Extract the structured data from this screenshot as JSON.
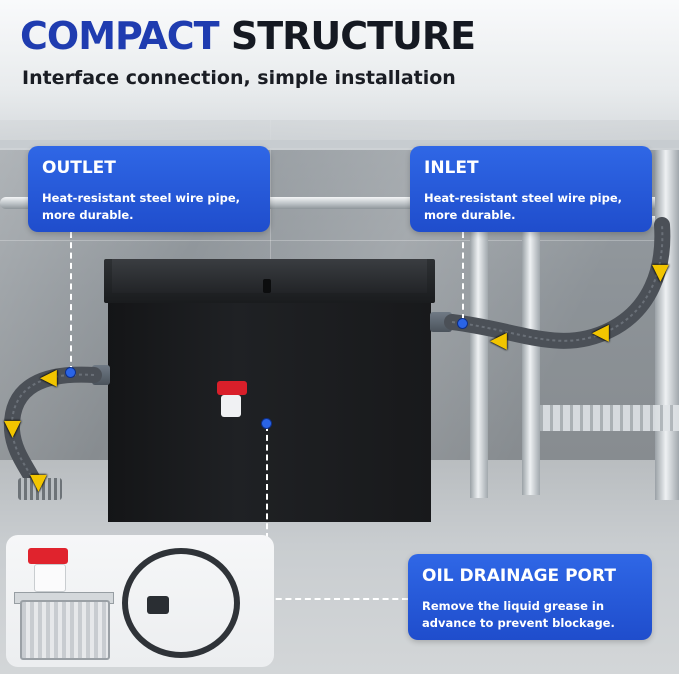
{
  "header": {
    "title_part1": "COMPACT",
    "title_part2": "STRUCTURE",
    "subtitle": "Interface connection, simple installation"
  },
  "callouts": {
    "outlet": {
      "title": "OUTLET",
      "line1": "Heat-resistant steel wire pipe,",
      "line2": "more durable."
    },
    "inlet": {
      "title": "INLET",
      "line1": "Heat-resistant steel wire pipe,",
      "line2": "more durable."
    },
    "drain": {
      "title": "OIL DRAINAGE PORT",
      "line1": "Remove the liquid grease in",
      "line2": "advance to prevent blockage."
    }
  },
  "colors": {
    "title_accent": "#1f3cb0",
    "title_dark": "#151922",
    "callout_blue": "#2659db",
    "arrow_yellow": "#f2c500",
    "valve_red": "#d91f2a"
  },
  "icons": {
    "flow_arrow": "arrow-icon",
    "valve": "ball-valve-icon",
    "floor_drain": "floor-drain-icon"
  }
}
